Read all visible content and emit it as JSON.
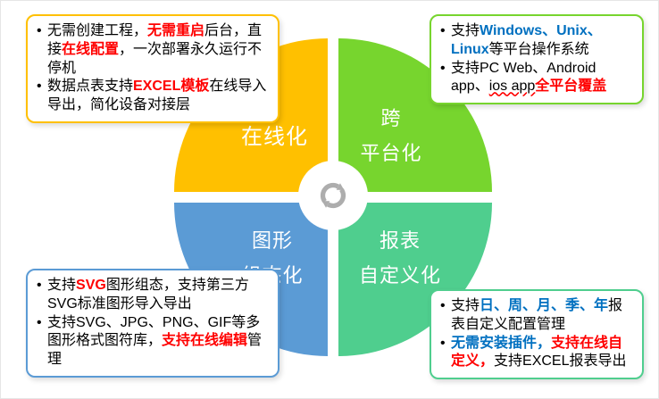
{
  "palette": {
    "quadrant_online": "#FFC000",
    "quadrant_cross_platform": "#77D52E",
    "quadrant_graphic": "#5B9BD5",
    "quadrant_report": "#4FCE8E",
    "highlight_red": "#FF0000",
    "highlight_blue": "#0070C0",
    "text_color": "#000000",
    "sync_icon_gray": "#ADADAD"
  },
  "icons": {
    "center_badge": "sync-circular-arrows-icon"
  },
  "quadrants": {
    "online": {
      "label_lines": [
        "在线化"
      ]
    },
    "cross_platform": {
      "label_lines": [
        "跨",
        "平台化"
      ]
    },
    "graphic_config": {
      "label_lines": [
        "图形",
        "组态化"
      ]
    },
    "report_custom": {
      "label_lines": [
        "报表",
        "自定义化"
      ]
    }
  },
  "callouts": {
    "online": {
      "items": [
        {
          "segments": [
            {
              "text": "无需创建工程，",
              "style": "normal"
            },
            {
              "text": "无需重启",
              "style": "red-bold"
            },
            {
              "text": "后台，直接",
              "style": "normal"
            },
            {
              "text": "在线配置",
              "style": "red-bold"
            },
            {
              "text": "，一次部署永久运行不停机",
              "style": "normal"
            }
          ]
        },
        {
          "segments": [
            {
              "text": "数据点表支持",
              "style": "normal"
            },
            {
              "text": "EXCEL模板",
              "style": "red-bold"
            },
            {
              "text": "在线导入导出，简化设备对接层",
              "style": "normal"
            }
          ]
        }
      ]
    },
    "cross_platform": {
      "items": [
        {
          "segments": [
            {
              "text": "支持",
              "style": "normal"
            },
            {
              "text": "Windows、Unix、Linux",
              "style": "blue-bold"
            },
            {
              "text": "等平台操作系统",
              "style": "normal"
            }
          ]
        },
        {
          "segments": [
            {
              "text": "支持PC Web、Android app、",
              "style": "normal"
            },
            {
              "text": "ios app",
              "style": "wavy"
            },
            {
              "text": "全平台覆盖",
              "style": "red-bold"
            }
          ]
        }
      ]
    },
    "graphic_config": {
      "items": [
        {
          "segments": [
            {
              "text": "支持",
              "style": "normal"
            },
            {
              "text": "SVG",
              "style": "red-bold"
            },
            {
              "text": "图形组态，支持第三方SVG标准图形导入导出",
              "style": "normal"
            }
          ]
        },
        {
          "segments": [
            {
              "text": "支持SVG、JPG、PNG、GIF等多图形格式图符库，",
              "style": "normal"
            },
            {
              "text": "支持在线编辑",
              "style": "red-bold"
            },
            {
              "text": "管理",
              "style": "normal"
            }
          ]
        }
      ]
    },
    "report_custom": {
      "items": [
        {
          "segments": [
            {
              "text": "支持",
              "style": "normal"
            },
            {
              "text": "日、周、月、季、年",
              "style": "blue-bold"
            },
            {
              "text": "报表自定义配置管理",
              "style": "normal"
            }
          ]
        },
        {
          "segments": [
            {
              "text": "无需安装插件，",
              "style": "blue-bold"
            },
            {
              "text": "支持在线自定义，",
              "style": "red-bold"
            },
            {
              "text": "支持EXCEL报表导出",
              "style": "normal"
            }
          ]
        }
      ]
    }
  }
}
